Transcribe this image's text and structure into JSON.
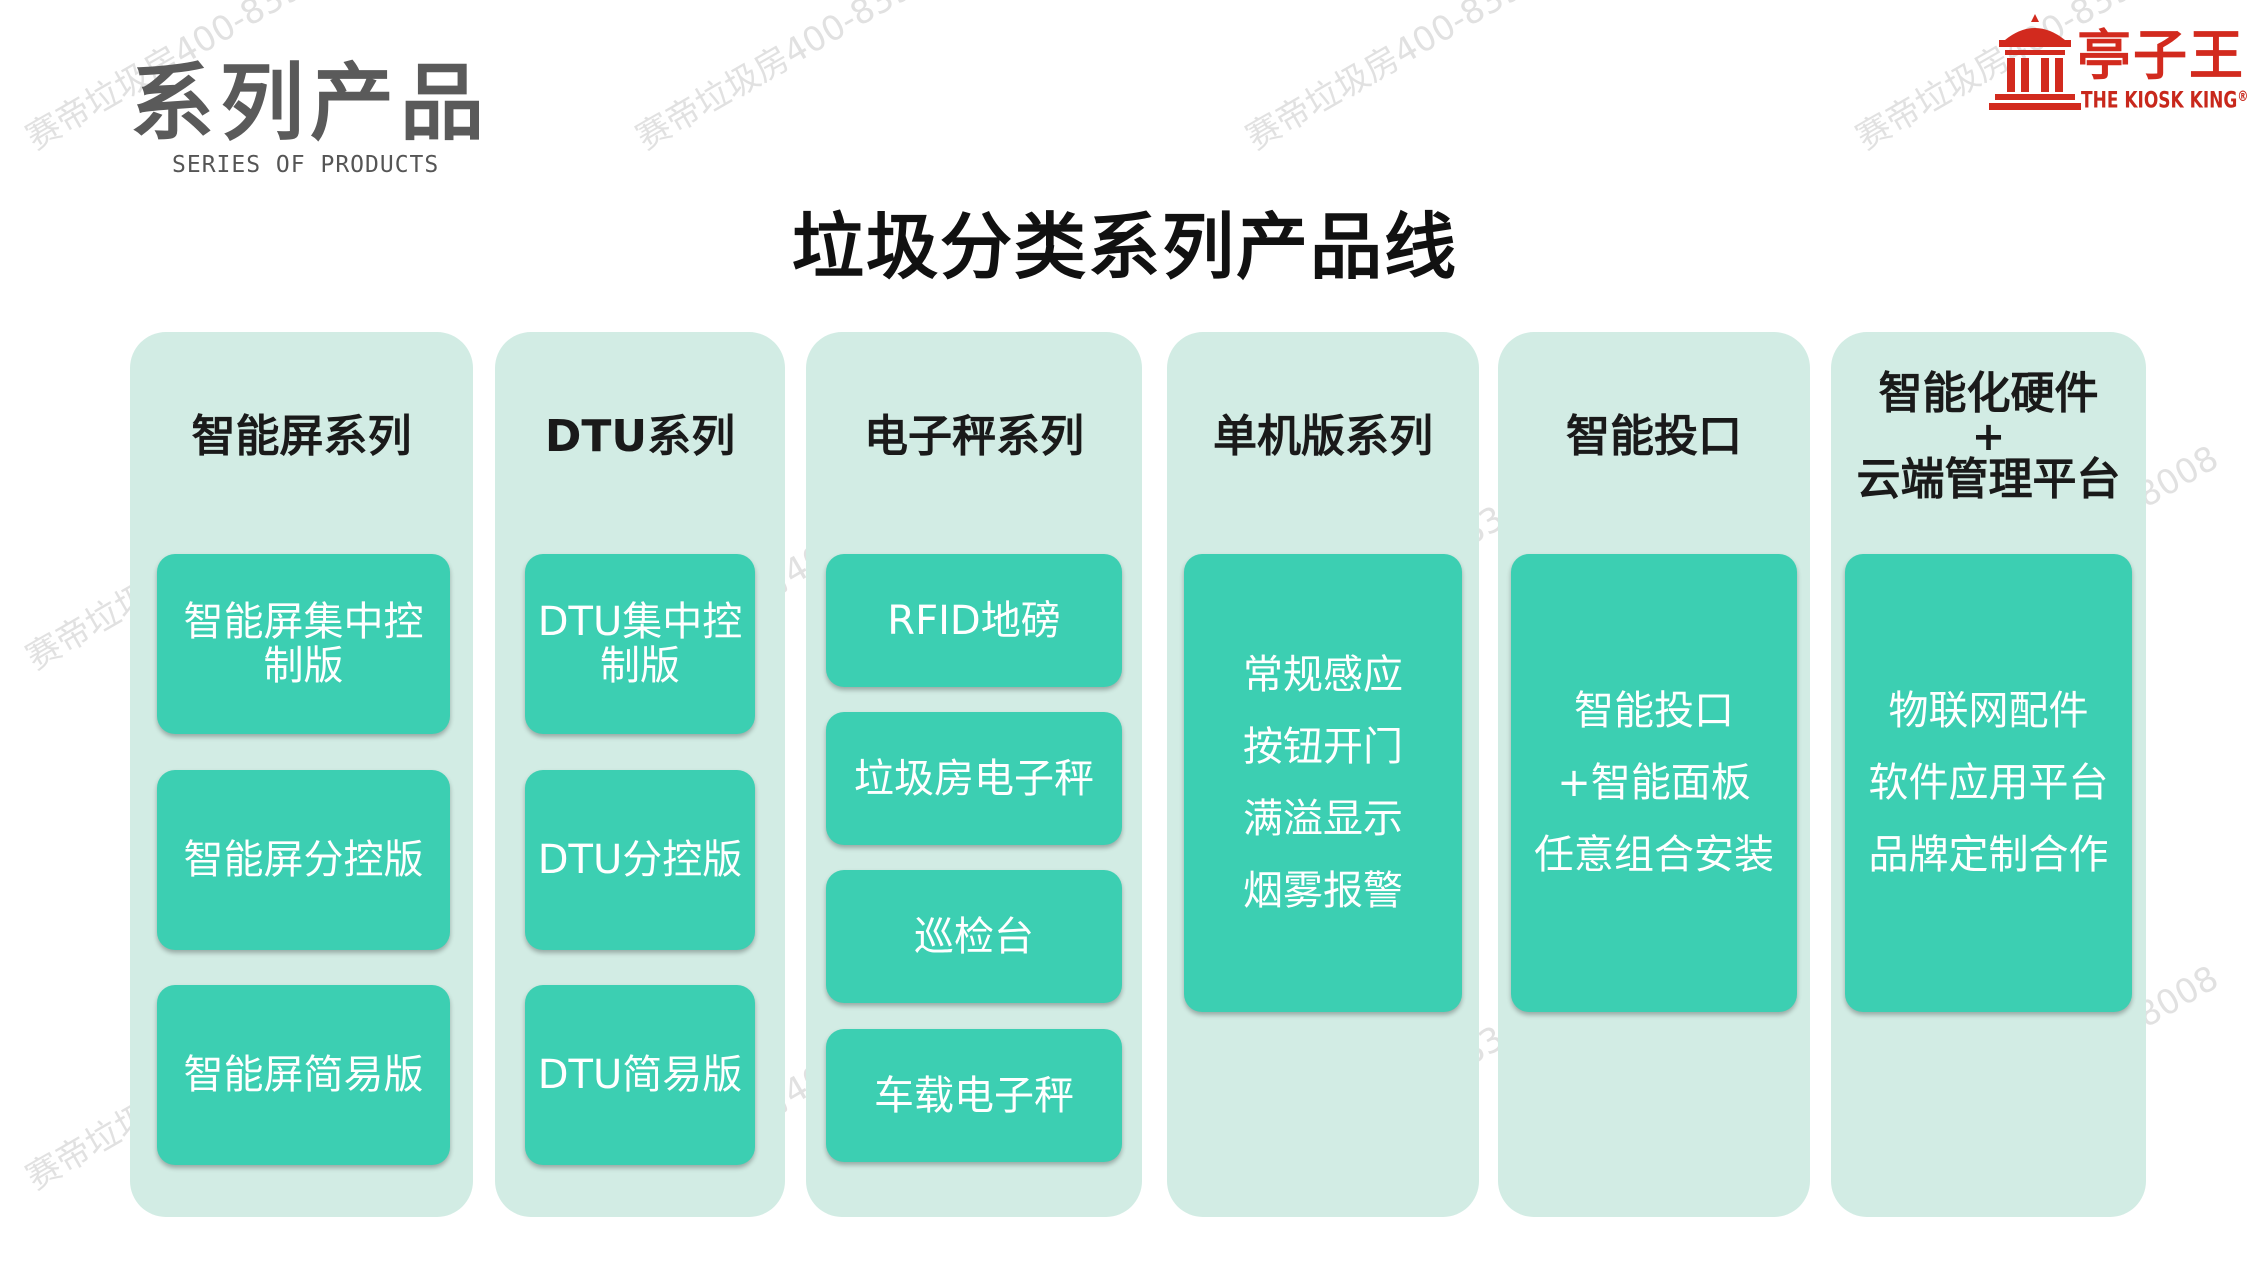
{
  "header": {
    "title": "系列产品",
    "subtitle": "SERIES OF PRODUCTS"
  },
  "logo": {
    "name": "亭子王",
    "en": "THE KIOSK KING",
    "mark": "®",
    "icon": "pavilion-icon",
    "color": "#d22a1e"
  },
  "main_title": "垃圾分类系列产品线",
  "watermark": "赛帝垃圾房400-839-8008",
  "colors": {
    "column_bg": "#d2ece4",
    "box_bg": "#3ccfb2",
    "box_text": "#ffffff"
  },
  "columns": [
    {
      "title": "智能屏系列",
      "items": [
        "智能屏集中控\n制版",
        "智能屏分控版",
        "智能屏简易版"
      ]
    },
    {
      "title": "DTU系列",
      "items": [
        "DTU集中控\n制版",
        "DTU分控版",
        "DTU简易版"
      ]
    },
    {
      "title": "电子秤系列",
      "items": [
        "RFID地磅",
        "垃圾房电子秤",
        "巡检台",
        "车载电子秤"
      ]
    },
    {
      "title": "单机版系列",
      "lines": [
        "常规感应",
        "按钮开门",
        "满溢显示",
        "烟雾报警"
      ]
    },
    {
      "title": "智能投口",
      "lines": [
        "智能投口",
        "+智能面板",
        "任意组合安装"
      ]
    },
    {
      "title_line1": "智能化硬件",
      "title_plus": "+",
      "title_line2": "云端管理平台",
      "lines": [
        "物联网配件",
        "软件应用平台",
        "品牌定制合作"
      ]
    }
  ]
}
